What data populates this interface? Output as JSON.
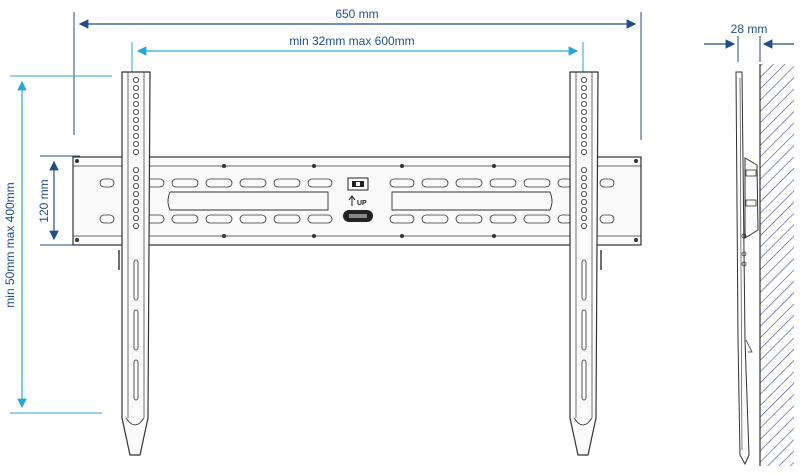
{
  "dimensions": {
    "overall_width": "650 mm",
    "bracket_spacing": "min 32mm max 600mm",
    "rail_height": "120 mm",
    "vertical_range": "min 50mm max 400mm",
    "profile_depth": "28 mm"
  },
  "labels": {
    "up_arrow": "UP"
  },
  "colors": {
    "dimension_line": "#1f4e8a",
    "dimension_line_light": "#2aa6d6",
    "drawing_line": "#333333",
    "wall_hatch": "#3b4a9a"
  },
  "icons": {
    "logo": "brand-logo-icon",
    "up_arrow": "up-arrow-icon",
    "level": "bubble-level-icon"
  }
}
